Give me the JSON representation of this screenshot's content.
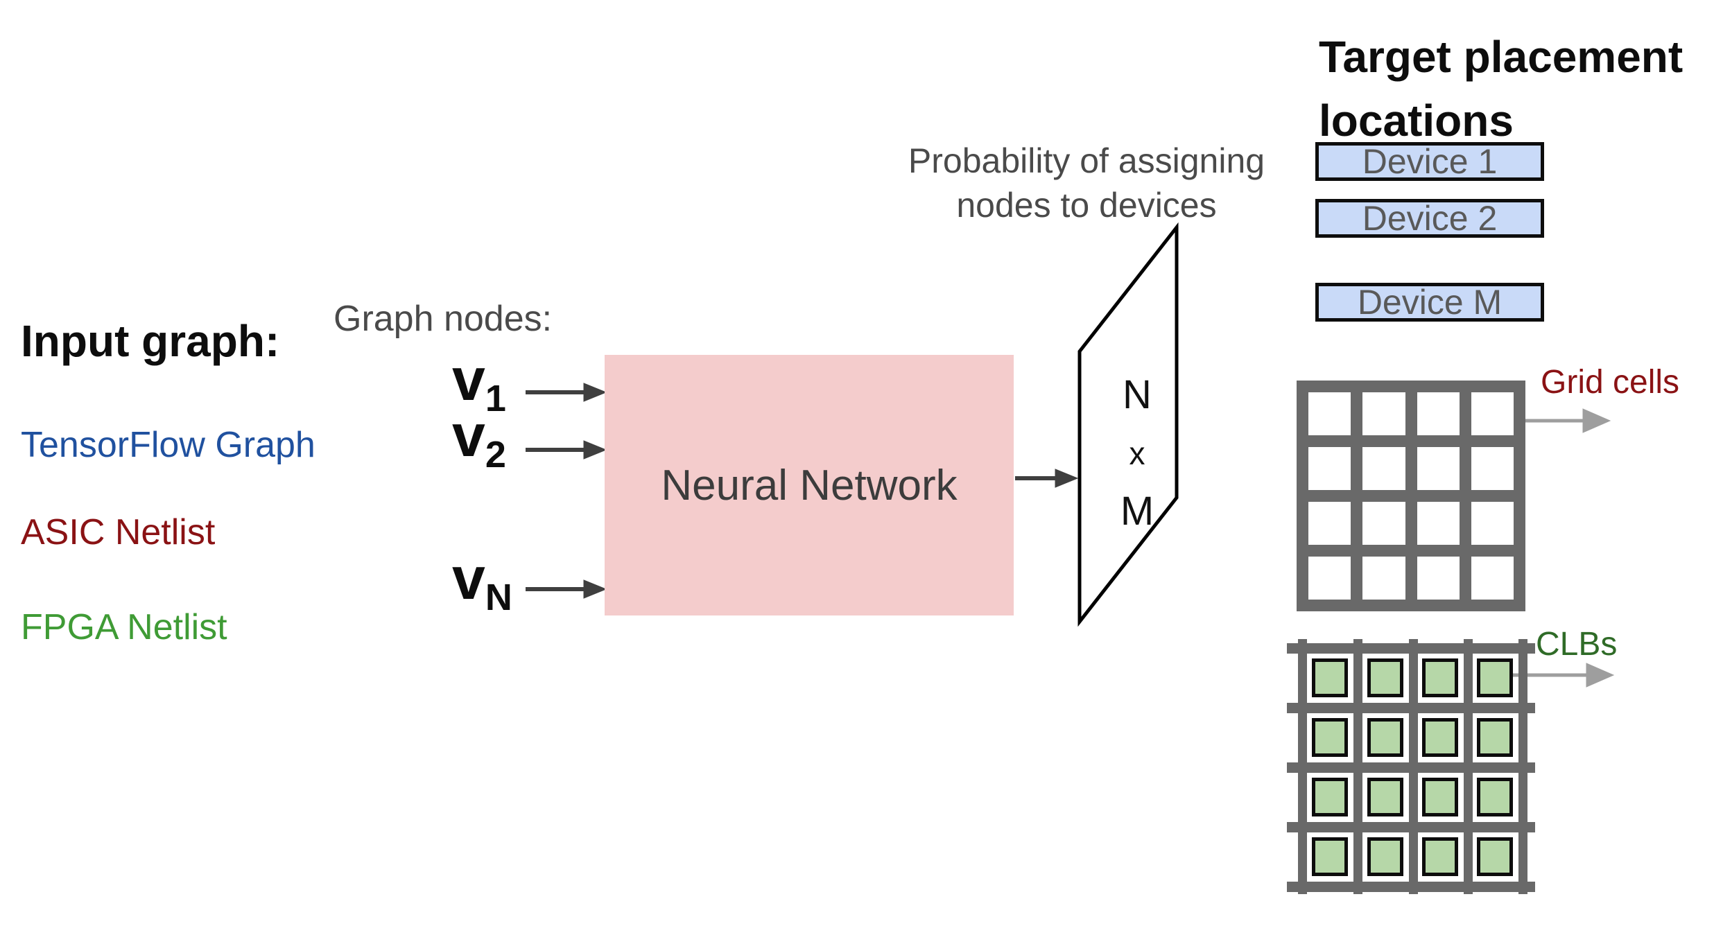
{
  "input_panel": {
    "heading": "Input graph:",
    "items": [
      {
        "label": "TensorFlow Graph",
        "color": "#20519f"
      },
      {
        "label": "ASIC Netlist",
        "color": "#8a1214"
      },
      {
        "label": "FPGA Netlist",
        "color": "#3f9b35"
      }
    ]
  },
  "graph_nodes": {
    "label": "Graph nodes:",
    "nodes": [
      {
        "base": "v",
        "sub": "1"
      },
      {
        "base": "v",
        "sub": "2"
      },
      {
        "base": "v",
        "sub": "N"
      }
    ]
  },
  "neural_network": {
    "label": "Neural Network",
    "fill": "#f4cccc",
    "text_color": "#3c3c3c"
  },
  "output_matrix": {
    "caption_line1": "Probability of assigning",
    "caption_line2": "nodes to devices",
    "rows_symbol": "N",
    "times_symbol": "x",
    "cols_symbol": "M"
  },
  "target_panel": {
    "heading_line1": "Target placement",
    "heading_line2": "locations",
    "devices": [
      {
        "label": "Device 1"
      },
      {
        "label": "Device 2"
      },
      {
        "label": "Device M"
      }
    ],
    "device_fill": "#c9daf8",
    "device_text_color": "#595959",
    "grid_cells": {
      "label": "Grid cells",
      "label_color": "#8a1214",
      "rows": 4,
      "cols": 4,
      "frame_color": "#696969"
    },
    "clbs": {
      "label": "CLBs",
      "label_color": "#2f6b27",
      "rows": 4,
      "cols": 4,
      "cell_fill": "#b6d7a8",
      "frame_color": "#696969"
    }
  },
  "arrow_colors": {
    "dark": "#3f3f3f",
    "light": "#9e9e9e"
  }
}
